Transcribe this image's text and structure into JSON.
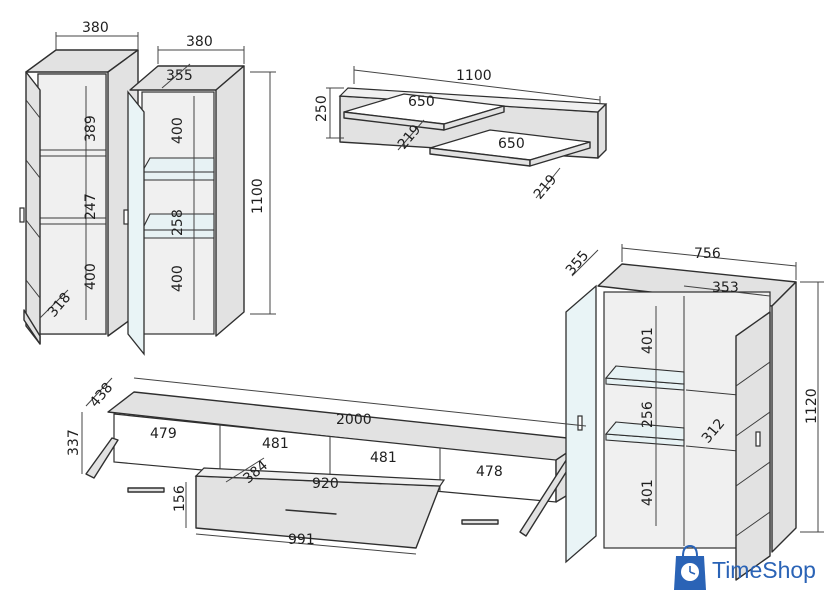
{
  "brand": {
    "name": "TimeShop",
    "color": "#2a63b6",
    "icon": "clock-bag-icon"
  },
  "left_cabinet": {
    "width": "380",
    "depth": "318",
    "shelf_upper": "389",
    "shelf_middle": "247",
    "shelf_lower": "400"
  },
  "glass_cabinet": {
    "width": "380",
    "inner_depth": "355",
    "height": "1100",
    "shelf_upper": "400",
    "shelf_middle": "258",
    "shelf_lower": "400"
  },
  "wall_shelf": {
    "length": "1100",
    "height": "250",
    "shelf1_length": "650",
    "shelf1_depth": "219",
    "shelf2_length": "650",
    "shelf2_depth": "219"
  },
  "tv_stand": {
    "depth": "438",
    "length": "2000",
    "height": "337",
    "section1": "479",
    "section2": "481",
    "section3": "481",
    "section4": "478",
    "drawer_depth": "384",
    "drawer_inner": "920",
    "drawer_height": "156",
    "drawer_width": "991"
  },
  "right_cabinet": {
    "depth": "355",
    "width": "756",
    "inner_width": "353",
    "height": "1120",
    "shelf_upper": "401",
    "shelf_middle": "256",
    "shelf_lower": "401",
    "shelf_depth": "312"
  }
}
